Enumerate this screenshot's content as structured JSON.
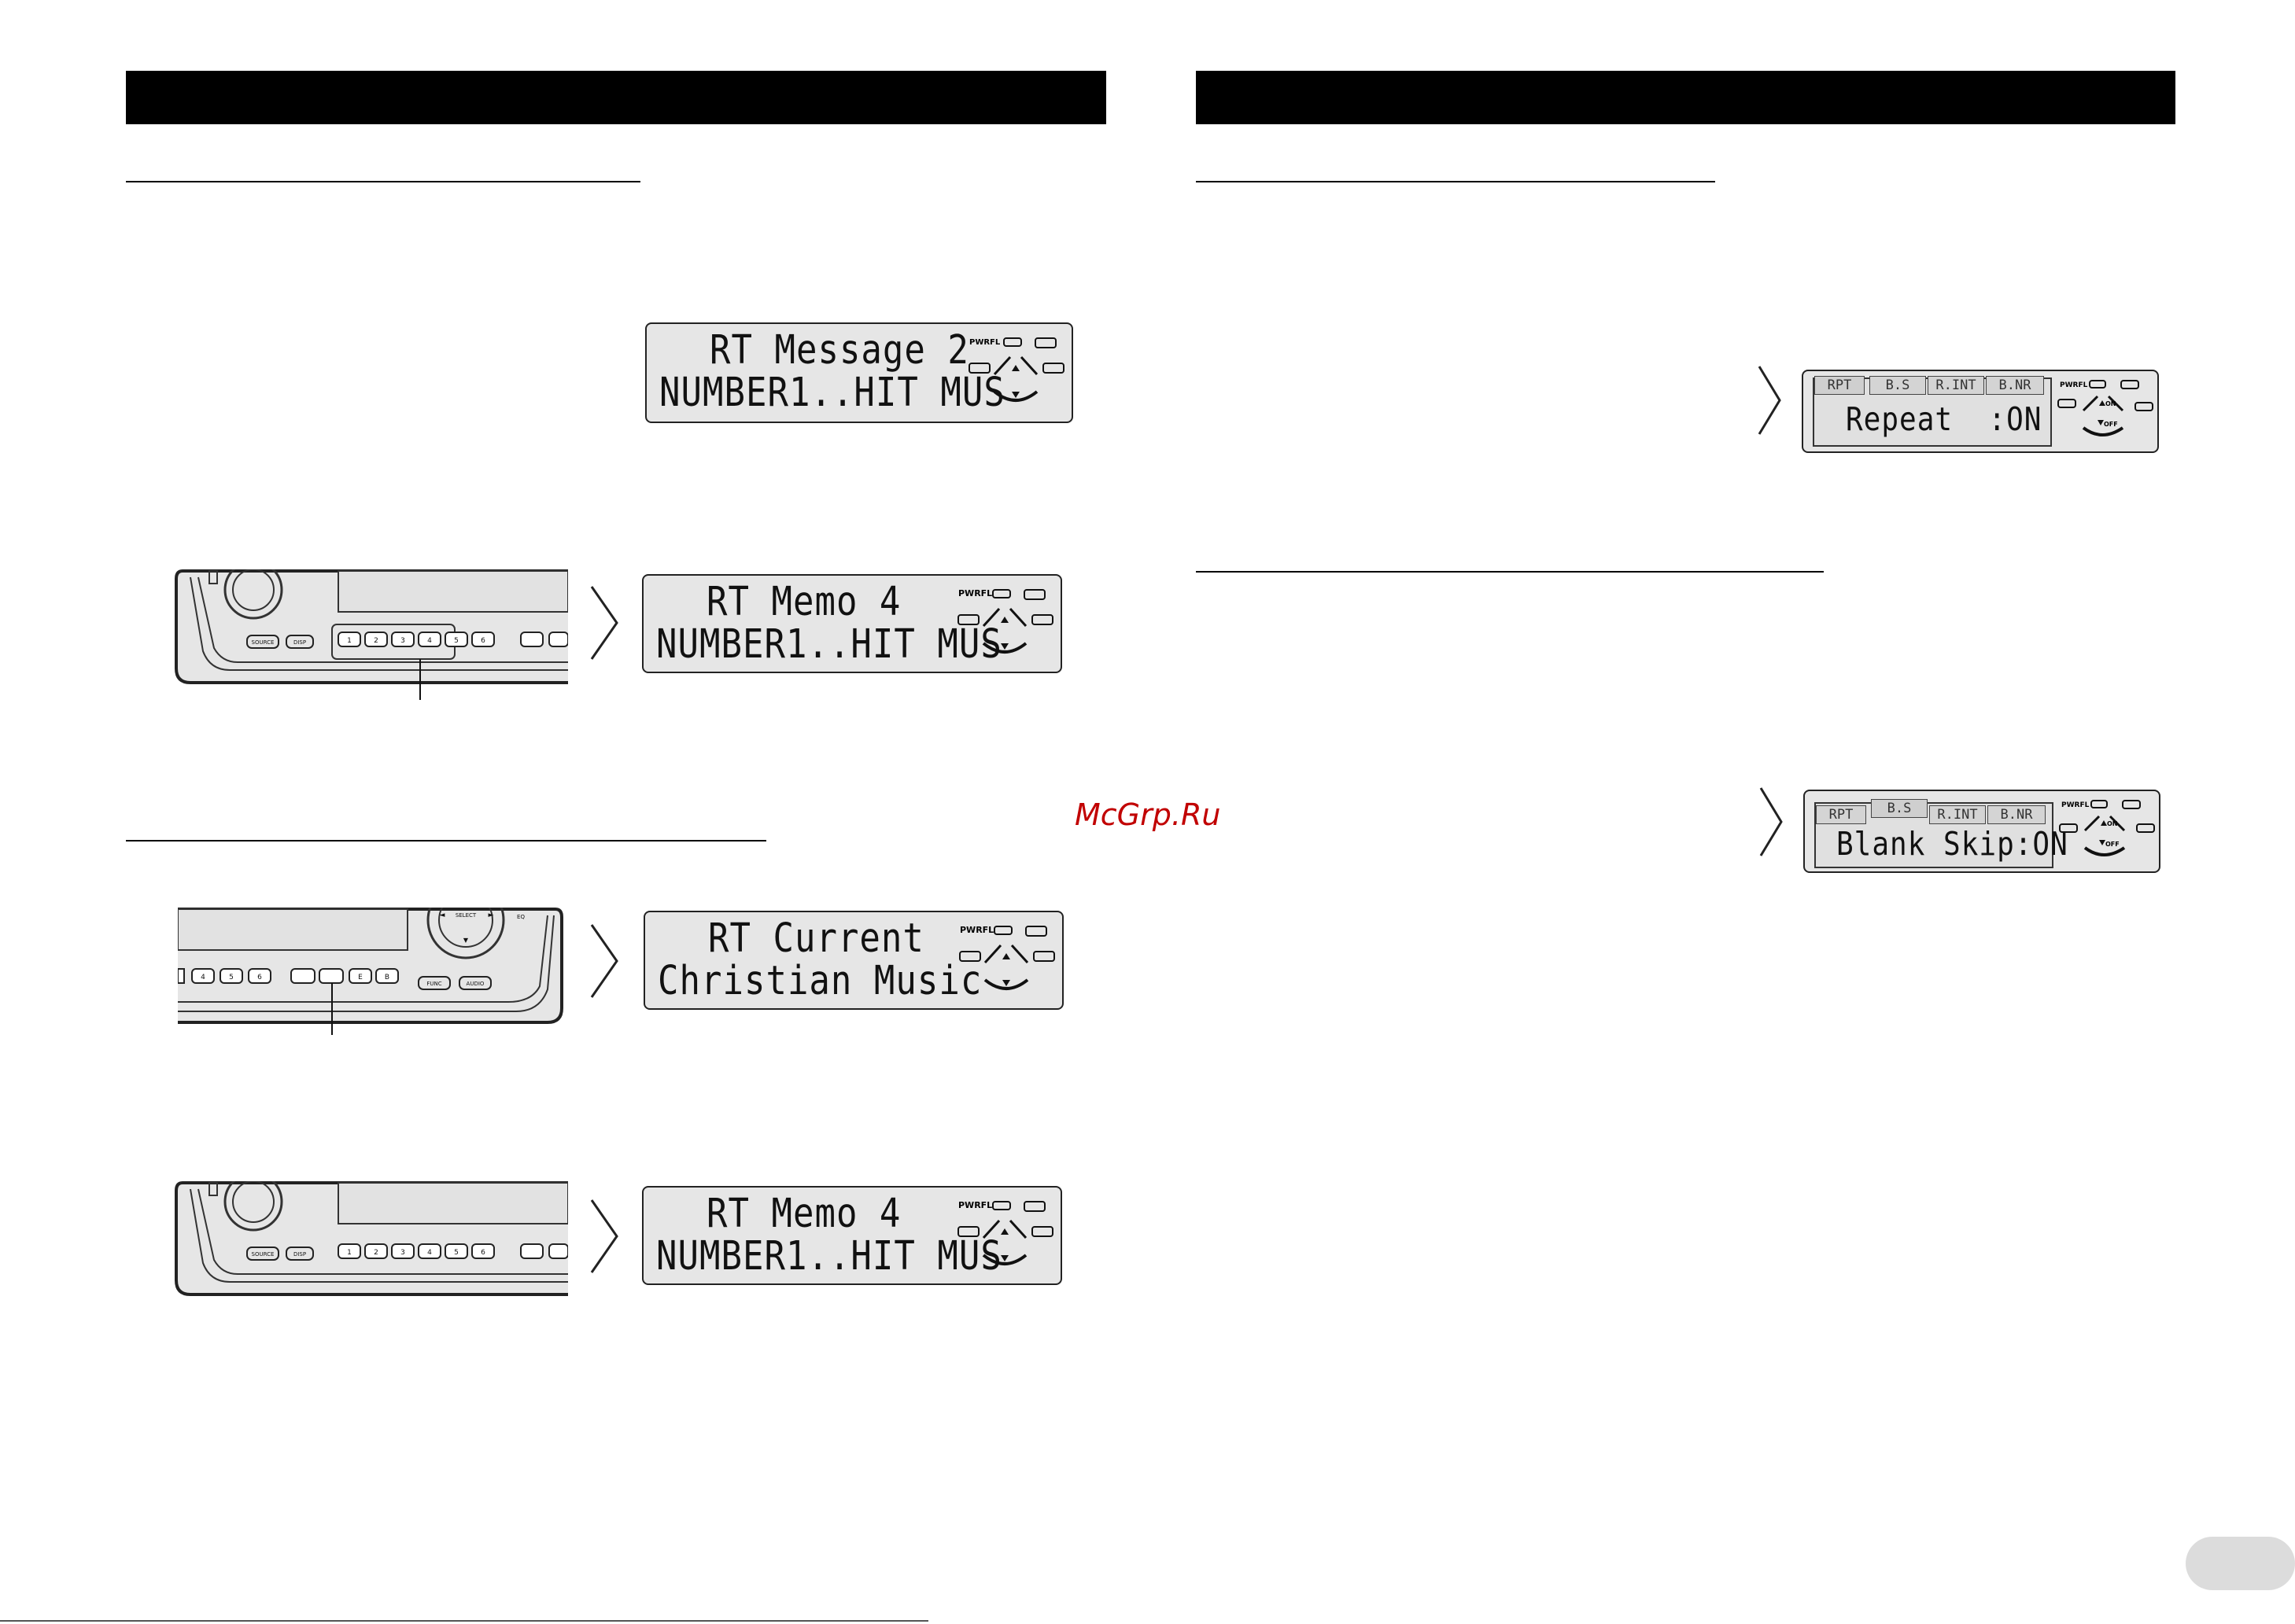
{
  "watermark": "McGrp.Ru",
  "displays": {
    "d1": {
      "line1": "RT Message 2",
      "line2": "NUMBER1..HIT MUS"
    },
    "d2": {
      "line1": "RT Memo 4",
      "line2": "NUMBER1..HIT MUS"
    },
    "d3": {
      "line1": "RT Current",
      "line2": "Christian Music"
    },
    "d4": {
      "line1": "RT Memo 4",
      "line2": "NUMBER1..HIT MUS"
    },
    "d5": {
      "line": "Repeat  :ON",
      "tabs": [
        "RPT",
        "B.S",
        "R.INT",
        "B.NR"
      ]
    },
    "d6": {
      "line": "Blank Skip:ON",
      "tabs": [
        "RPT",
        "B.S",
        "R.INT",
        "B.NR"
      ]
    }
  },
  "controls": {
    "pwrfl": "PWRFL",
    "on": "ON",
    "off": "OFF"
  },
  "unit": {
    "presets": [
      "1",
      "2",
      "3",
      "4",
      "5",
      "6"
    ],
    "source": "SOURCE",
    "disp": "DISP",
    "select": "SELECT",
    "func": "FUNC",
    "audio": "AUDIO",
    "eq": "EQ",
    "extra_presets": [
      "4",
      "5",
      "6"
    ],
    "e": "E",
    "b": "B"
  }
}
